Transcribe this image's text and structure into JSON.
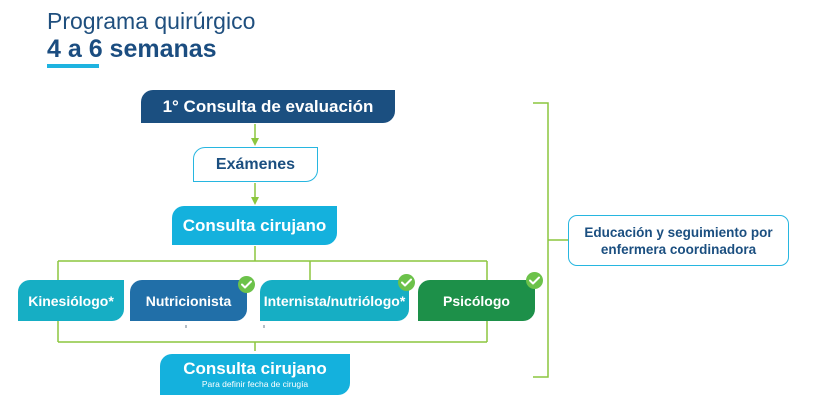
{
  "title": {
    "line1": "Programa quirúrgico",
    "line2": "4 a 6 semanas"
  },
  "flow": {
    "step1": "1° Consulta de evaluación",
    "step2": "Exámenes",
    "step3": "Consulta cirujano",
    "specialists": [
      {
        "label": "Kinesiólogo*",
        "checked": false,
        "color": "#16aec4"
      },
      {
        "label": "Nutricionista",
        "checked": true,
        "color": "#216fa8"
      },
      {
        "label": "Internista/nutriólogo*",
        "checked": true,
        "color": "#16aec4"
      },
      {
        "label": "Psicólogo",
        "checked": true,
        "color": "#1d9049"
      }
    ],
    "final": {
      "label": "Consulta cirujano",
      "sublabel": "Para definir fecha de cirugía"
    }
  },
  "side_note": {
    "line1": "Educación y seguimiento por",
    "line2": "enfermera coordinadora"
  },
  "colors": {
    "navy": "#1b4f80",
    "cyan": "#14b1dd",
    "connector_green": "#8cc63f",
    "check_green": "#6cc24a"
  }
}
